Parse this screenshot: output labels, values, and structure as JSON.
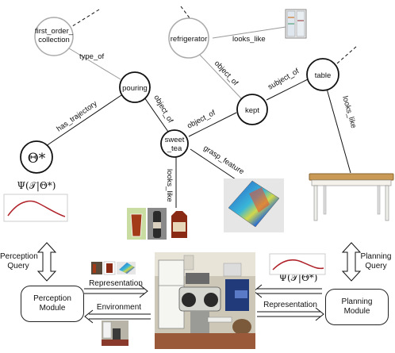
{
  "nodes": {
    "first_order_collection": "first_order_\ncollection",
    "refrigerator": "refrigerator",
    "pouring": "pouring",
    "kept": "kept",
    "table": "table",
    "sweet_tea": "sweet\n_tea",
    "theta": "Θ*"
  },
  "edges": {
    "type_of": "type_of",
    "looks_like_fridge": "looks_like",
    "object_of_fridge": "object_of",
    "subject_of": "subject_of",
    "looks_like_table": "looks_like",
    "has_trajectory": "has_trajectory",
    "object_of_pouring": "object_of",
    "object_of_kept": "object_of",
    "grasp_feature": "grasp_feature",
    "looks_like_tea": "looks_like"
  },
  "formulas": {
    "psi_left": "Ψ(𝒯|Θ*)",
    "psi_right": "Ψ(𝒯|Θ*)"
  },
  "perception_query": "Perception\nQuery",
  "planning_query": "Planning\nQuery",
  "perception_module": "Perception\nModule",
  "planning_module": "Planning\nModule",
  "representation_left": "Representation",
  "environment": "Environment",
  "representation_right": "Representation",
  "colors": {
    "trajectory": "#b0222a",
    "node_stroke": "#000000",
    "faded_stroke": "#aaaaaa"
  }
}
